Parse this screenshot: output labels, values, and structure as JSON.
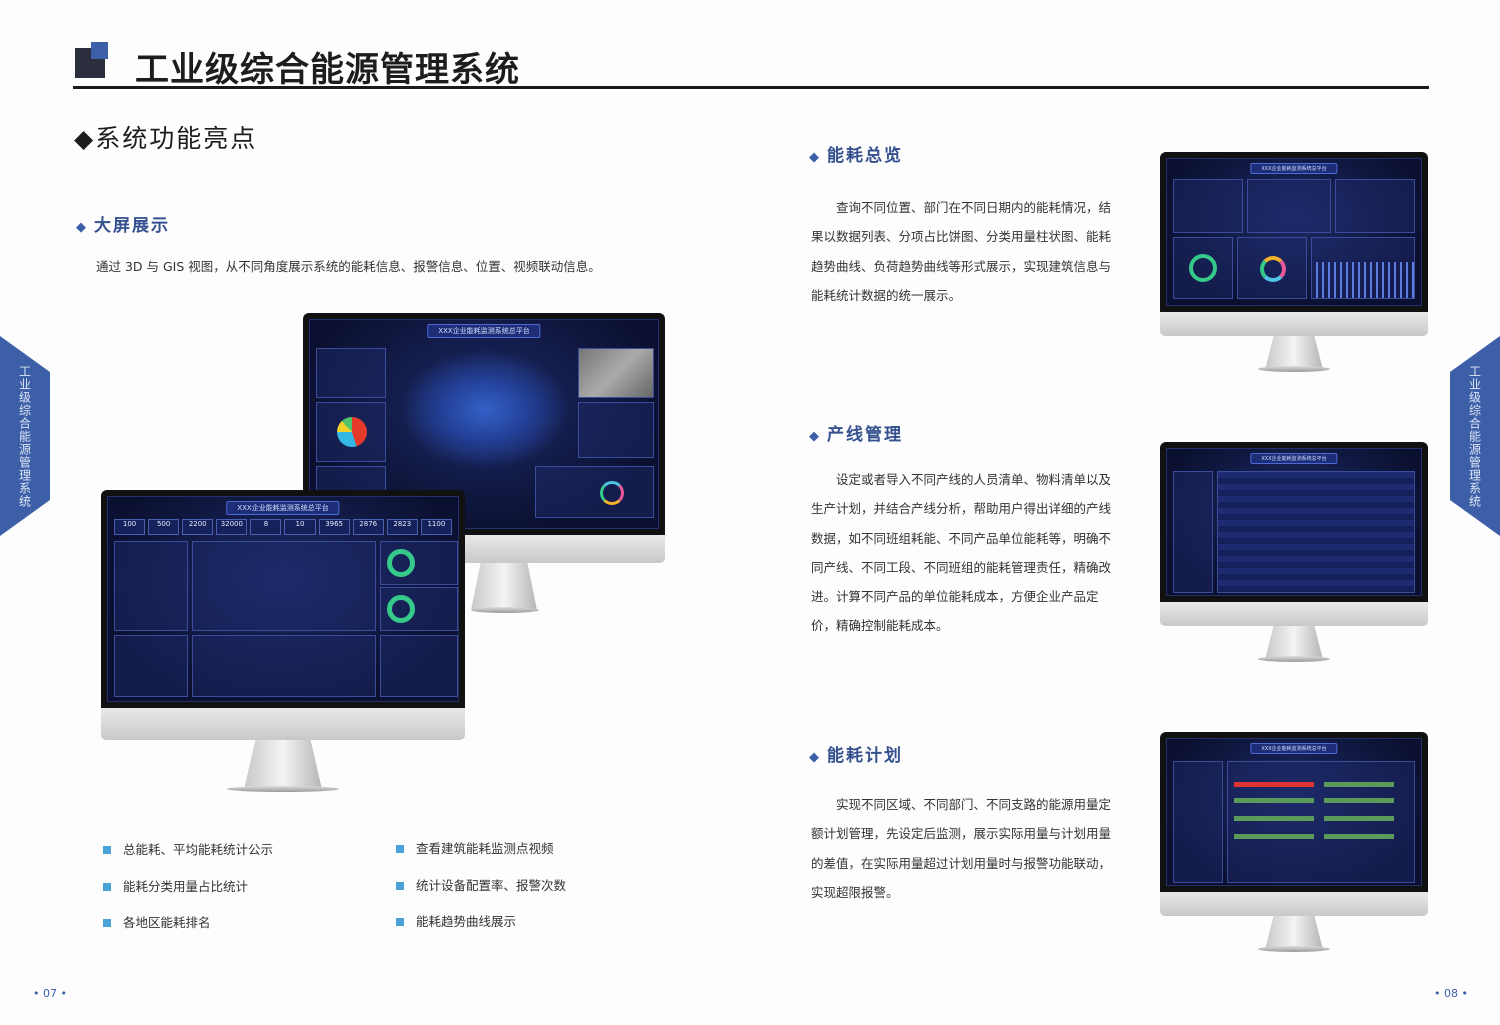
{
  "header": {
    "title": "工业级综合能源管理系统",
    "section_title": "系统功能亮点"
  },
  "side_tab": "工业级综合能源管理系统",
  "big_screen": {
    "heading": "大屏展示",
    "desc": "通过 3D 与 GIS 视图，从不同角度展示系统的能耗信息、报警信息、位置、视频联动信息。",
    "screen_title": "XXX企业能耗监测系统总平台",
    "stats": [
      "100",
      "500",
      "2200",
      "32000",
      "8",
      "10",
      "3965",
      "2876",
      "2823",
      "1100"
    ],
    "features": [
      "总能耗、平均能耗统计公示",
      "能耗分类用量占比统计",
      "各地区能耗排名",
      "查看建筑能耗监测点视频",
      "统计设备配置率、报警次数",
      "能耗趋势曲线展示"
    ]
  },
  "sections": [
    {
      "heading": "能耗总览",
      "text": "查询不同位置、部门在不同日期内的能耗情况，结果以数据列表、分项占比饼图、分类用量柱状图、能耗趋势曲线、负荷趋势曲线等形式展示，实现建筑信息与能耗统计数据的统一展示。"
    },
    {
      "heading": "产线管理",
      "text": "设定或者导入不同产线的人员清单、物料清单以及生产计划，并结合产线分析，帮助用户得出详细的产线数据，如不同班组耗能、不同产品单位能耗等，明确不同产线、不同工段、不同班组的能耗管理责任，精确改进。计算不同产品的单位能耗成本，方便企业产品定价，精确控制能耗成本。"
    },
    {
      "heading": "能耗计划",
      "text": "实现不同区域、不同部门、不同支路的能源用量定额计划管理，先设定后监测，展示实际用量与计划用量的差值，在实际用量超过计划用量时与报警功能联动，实现超限报警。"
    }
  ],
  "page_numbers": {
    "left": "• 07 •",
    "right": "• 08 •"
  },
  "colors": {
    "accent": "#3c5fa8",
    "bullet": "#4aa3d8",
    "screen": "#0b1030"
  }
}
